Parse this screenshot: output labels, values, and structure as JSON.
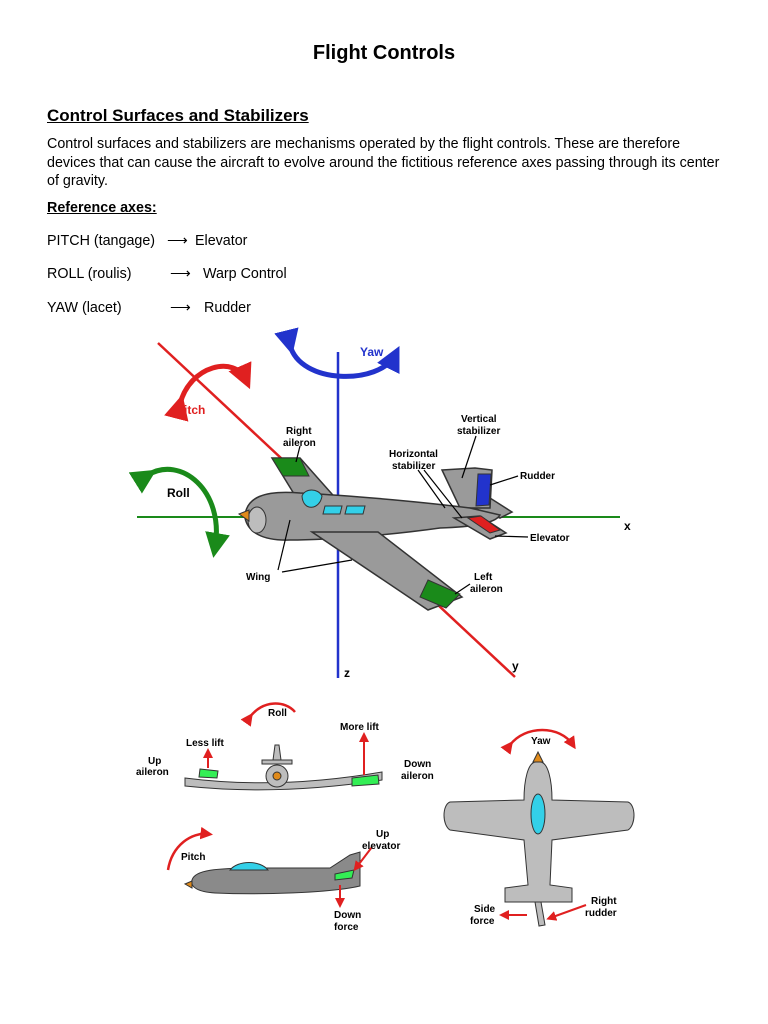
{
  "document": {
    "title": "Flight Controls",
    "section_heading": "Control Surfaces and Stabilizers",
    "intro": "Control surfaces and stabilizers are mechanisms operated by the flight controls. These are therefore devices that can cause the aircraft to evolve around the fictitious reference axes passing through its center of gravity.",
    "axes_heading": "Reference axes:",
    "axes": [
      {
        "axis": "PITCH (tangage)",
        "arrow": "⟶",
        "control": "Elevator"
      },
      {
        "axis": "ROLL (roulis)",
        "arrow": "⟶",
        "control": "Warp Control"
      },
      {
        "axis": "YAW (lacet)",
        "arrow": "⟶",
        "control": "Rudder"
      }
    ]
  },
  "figure_main": {
    "labels": {
      "yaw": "Yaw",
      "pitch": "Pitch",
      "roll": "Roll",
      "right_aileron_1": "Right",
      "right_aileron_2": "aileron",
      "vertical_stab_1": "Vertical",
      "vertical_stab_2": "stabilizer",
      "horizontal_stab_1": "Horizontal",
      "horizontal_stab_2": "stabilizer",
      "rudder": "Rudder",
      "elevator": "Elevator",
      "wing": "Wing",
      "left_aileron_1": "Left",
      "left_aileron_2": "aileron",
      "axis_x": "x",
      "axis_y": "y",
      "axis_z": "z"
    },
    "colors": {
      "pitch": "#e02020",
      "roll": "#1a8a1a",
      "yaw": "#2233cc",
      "aileron": "#1a8a1a",
      "rudder": "#2233cc",
      "elevator": "#e02020",
      "fuselage": "#9a9a9a",
      "canopy": "#33d0e8"
    }
  },
  "figure_roll": {
    "roll": "Roll",
    "less_lift": "Less lift",
    "more_lift": "More lift",
    "up_aileron_1": "Up",
    "up_aileron_2": "aileron",
    "down_aileron_1": "Down",
    "down_aileron_2": "aileron"
  },
  "figure_pitch": {
    "pitch": "Pitch",
    "up_elevator_1": "Up",
    "up_elevator_2": "elevator",
    "down_force_1": "Down",
    "down_force_2": "force"
  },
  "figure_yaw": {
    "yaw": "Yaw",
    "side_force_1": "Side",
    "side_force_2": "force",
    "right_rudder_1": "Right",
    "right_rudder_2": "rudder"
  }
}
